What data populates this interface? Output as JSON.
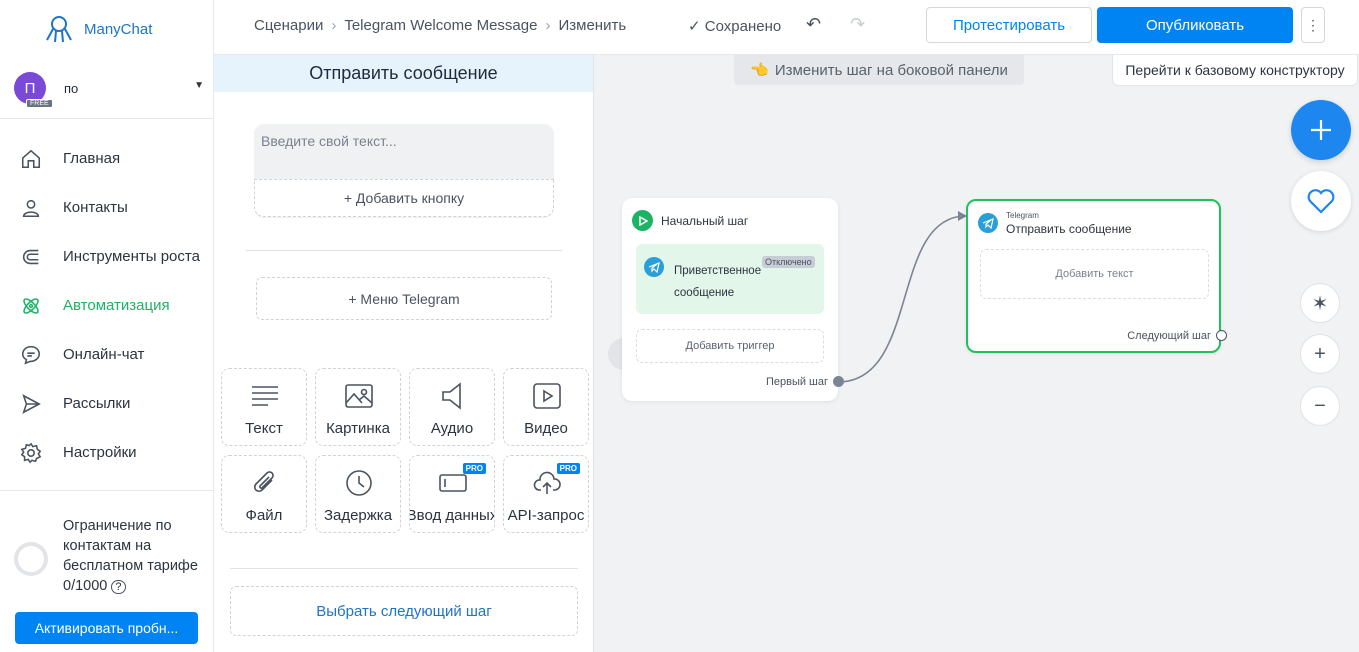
{
  "brand": {
    "name": "ManyChat"
  },
  "workspace": {
    "avatar": "П",
    "badge": "FREE",
    "name": "по"
  },
  "nav": [
    {
      "label": "Главная",
      "icon": "home-icon"
    },
    {
      "label": "Контакты",
      "icon": "contacts-icon"
    },
    {
      "label": "Инструменты роста",
      "icon": "magnet-icon"
    },
    {
      "label": "Автоматизация",
      "icon": "atom-icon",
      "active": true
    },
    {
      "label": "Онлайн-чат",
      "icon": "chat-icon"
    },
    {
      "label": "Рассылки",
      "icon": "send-icon"
    },
    {
      "label": "Настройки",
      "icon": "gear-icon"
    }
  ],
  "limit": {
    "text": "Ограничение по контактам на бесплатном тарифе",
    "count": "0/1000"
  },
  "trial_button": "Активировать пробн...",
  "breadcrumbs": [
    "Сценарии",
    "Telegram Welcome Message",
    "Изменить"
  ],
  "saved": "Сохранено",
  "buttons": {
    "test": "Протестировать",
    "publish": "Опубликовать",
    "basic": "Перейти к базовому конструктору"
  },
  "hint": "Изменить шаг на боковой панели",
  "panel": {
    "title": "Отправить сообщение",
    "placeholder": "Введите свой текст...",
    "add_button": "+ Добавить кнопку",
    "menu": "+ Меню Telegram",
    "tiles": [
      {
        "label": "Текст",
        "icon": "text-icon"
      },
      {
        "label": "Картинка",
        "icon": "image-icon"
      },
      {
        "label": "Аудио",
        "icon": "audio-icon"
      },
      {
        "label": "Видео",
        "icon": "video-icon"
      },
      {
        "label": "Файл",
        "icon": "paperclip-icon"
      },
      {
        "label": "Задержка",
        "icon": "clock-icon"
      },
      {
        "label": "Ввод данных",
        "icon": "input-icon",
        "pro": "PRO"
      },
      {
        "label": "API-запрос",
        "icon": "cloud-upload-icon",
        "pro": "PRO"
      }
    ],
    "next_step": "Выбрать следующий шаг"
  },
  "start_node": {
    "title": "Начальный шаг",
    "trigger": "Приветственное сообщение",
    "status": "Отключено",
    "add_trigger": "Добавить триггер",
    "first_step": "Первый шаг"
  },
  "tg_node": {
    "channel": "Telegram",
    "title": "Отправить сообщение",
    "add_text": "Добавить текст",
    "next": "Следующий шаг"
  },
  "colors": {
    "accent": "#0084f4",
    "active": "#1db364",
    "telegram": "#2a9ed8"
  }
}
